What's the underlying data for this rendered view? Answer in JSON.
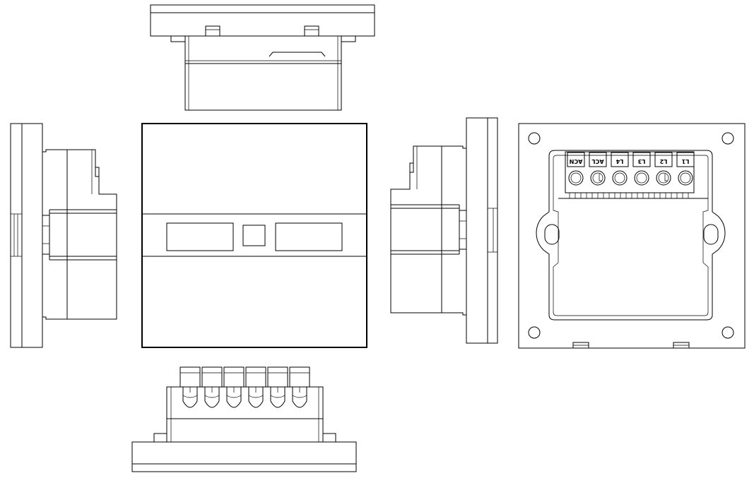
{
  "drawing": {
    "background": "#ffffff",
    "line_color": "#000000",
    "terminal_labels": [
      "ACN",
      "ACL",
      "L4",
      "L3",
      "L2",
      "L1"
    ]
  }
}
